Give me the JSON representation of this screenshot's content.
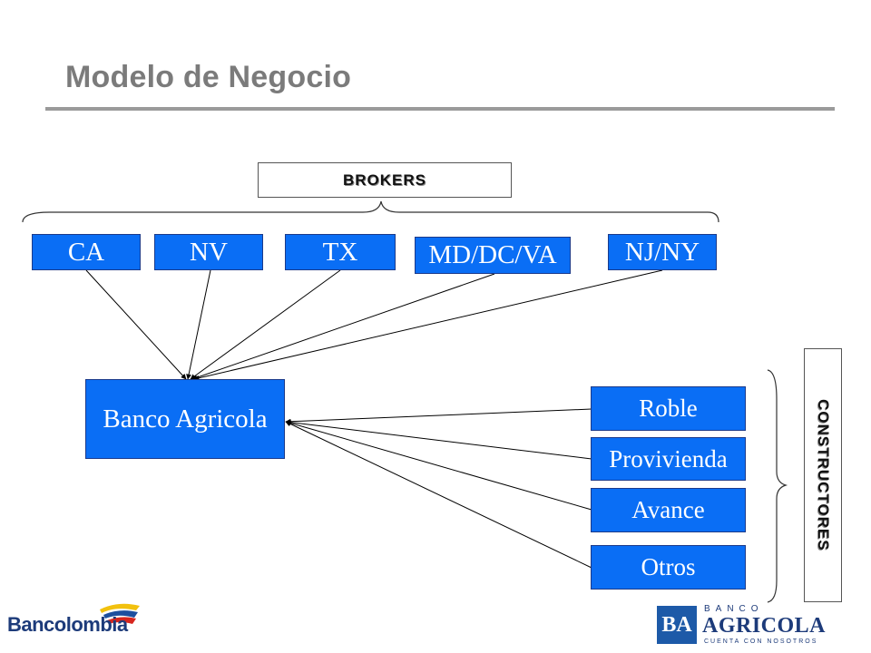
{
  "title": "Modelo de Negocio",
  "brokers_label": "BROKERS",
  "constructores_label": "CONSTRUCTORES",
  "brokers": [
    "CA",
    "NV",
    "TX",
    "MD/DC/VA",
    "NJ/NY"
  ],
  "center_node": "Banco Agricola",
  "constructores": [
    "Roble",
    "Provivienda",
    "Avance",
    "Otros"
  ],
  "logos": {
    "bancolombia": "Bancolombia",
    "banco_agricola_top": "BANCO",
    "banco_agricola_name": "AGRICOLA",
    "banco_agricola_tagline": "CUENTA CON NOSOTROS",
    "banco_agricola_mark": "BA"
  },
  "colors": {
    "node_fill": "#0a6ef5",
    "title": "#7b7b7b",
    "logo_blue": "#1d3b7a"
  }
}
